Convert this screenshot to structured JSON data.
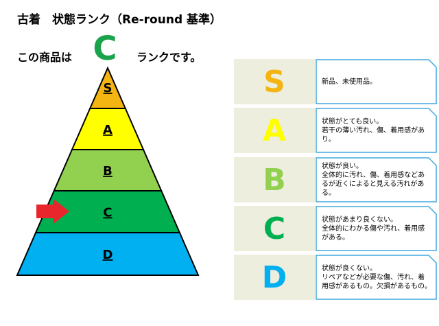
{
  "header": {
    "title": "古着　状態ランク（Re-round 基準）",
    "prefix": "この商品は",
    "current_grade": "C",
    "suffix": "ランクです。"
  },
  "colors": {
    "grade_text": "#1aa34a",
    "arrow": "#e8262c",
    "outline": "#000000"
  },
  "pyramid": [
    {
      "label": "S",
      "color": "#f4b412"
    },
    {
      "label": "A",
      "color": "#ffff00"
    },
    {
      "label": "B",
      "color": "#92d050"
    },
    {
      "label": "C",
      "color": "#00b050"
    },
    {
      "label": "D",
      "color": "#00b0f0"
    }
  ],
  "pyramid_marker": {
    "icon": "right-arrow-icon",
    "points_to": "C"
  },
  "ranks": [
    {
      "grade": "S",
      "color": "#f4b412",
      "text": "新品、未使用品。"
    },
    {
      "grade": "A",
      "color": "#ffff00",
      "text": "状態がとても良い。\n若干の薄い汚れ、傷、着用感があり。"
    },
    {
      "grade": "B",
      "color": "#92d050",
      "text": "状態が良い。\n全体的に汚れ、傷、着用感などあるが近くによると見える汚れがある。"
    },
    {
      "grade": "C",
      "color": "#00b050",
      "text": "状態があまり良くない。\n全体的にわかる傷や汚れ、着用感がある。"
    },
    {
      "grade": "D",
      "color": "#00b0f0",
      "text": "状態が良くない。\nリペアなどが必要な傷、汚れ、着用感があるもの。欠損があるもの。"
    }
  ]
}
